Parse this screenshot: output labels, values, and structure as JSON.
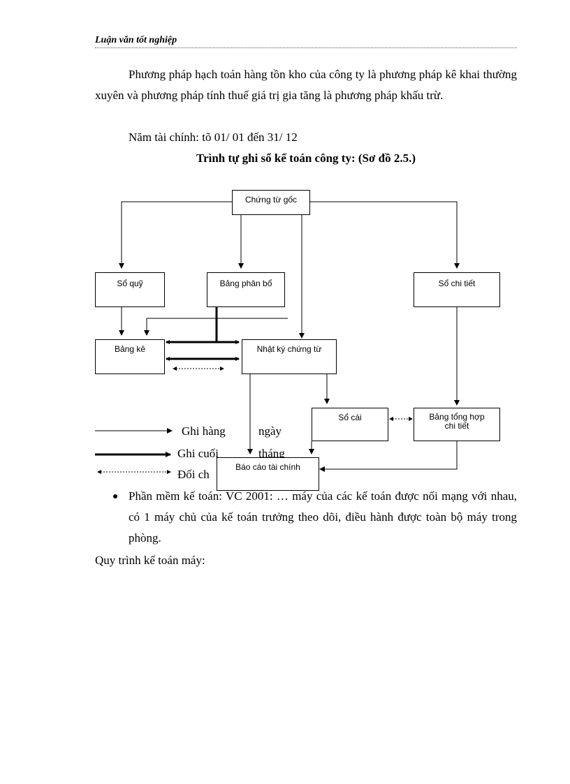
{
  "header": {
    "title": "Luận văn tốt nghiệp"
  },
  "paragraph1": "Phương pháp hạch toán hàng tồn kho của công ty là phương pháp kê khai thường xuyên và phương pháp tính thuế giá trị gia tăng là phương pháp khấu trừ.",
  "paragraph2": "Năm tài chính: tõ 01/ 01 đến 31/ 12",
  "diagram_title": "Trình tự ghi sổ kế toán công ty: (Sơ đồ 2.5.)",
  "diagram": {
    "boxes": {
      "chung_tu_goc": "Chứng từ gốc",
      "so_quy": "Sổ quỹ",
      "bang_phan_bo": "Bảng phân bổ",
      "so_chi_tiet": "Sổ chi tiết",
      "bang_ke": "Bảng kê",
      "nhat_ky_chung_tu": "Nhật ký chứng từ",
      "so_cai": "Sổ cái",
      "bang_tong_hop_1": "Bảng tổng hợp",
      "bang_tong_hop_2": "chi tiết",
      "bao_cao": "Báo cáo tài chính"
    },
    "legend": {
      "daily_1": "Ghi hàng",
      "daily_2": "ngày",
      "monthly_1": "Ghi cuối",
      "monthly_2": "tháng",
      "reconcile": "Đối ch"
    }
  },
  "bullet": "Phần mềm kế toán: VC 2001: … máy của các kế toán được nối mạng với nhau, có 1 máy chủ của kế toán trưởng theo dõi, điều hành được toàn bộ máy trong phòng.",
  "closing": "Quy trình kế toán máy:"
}
